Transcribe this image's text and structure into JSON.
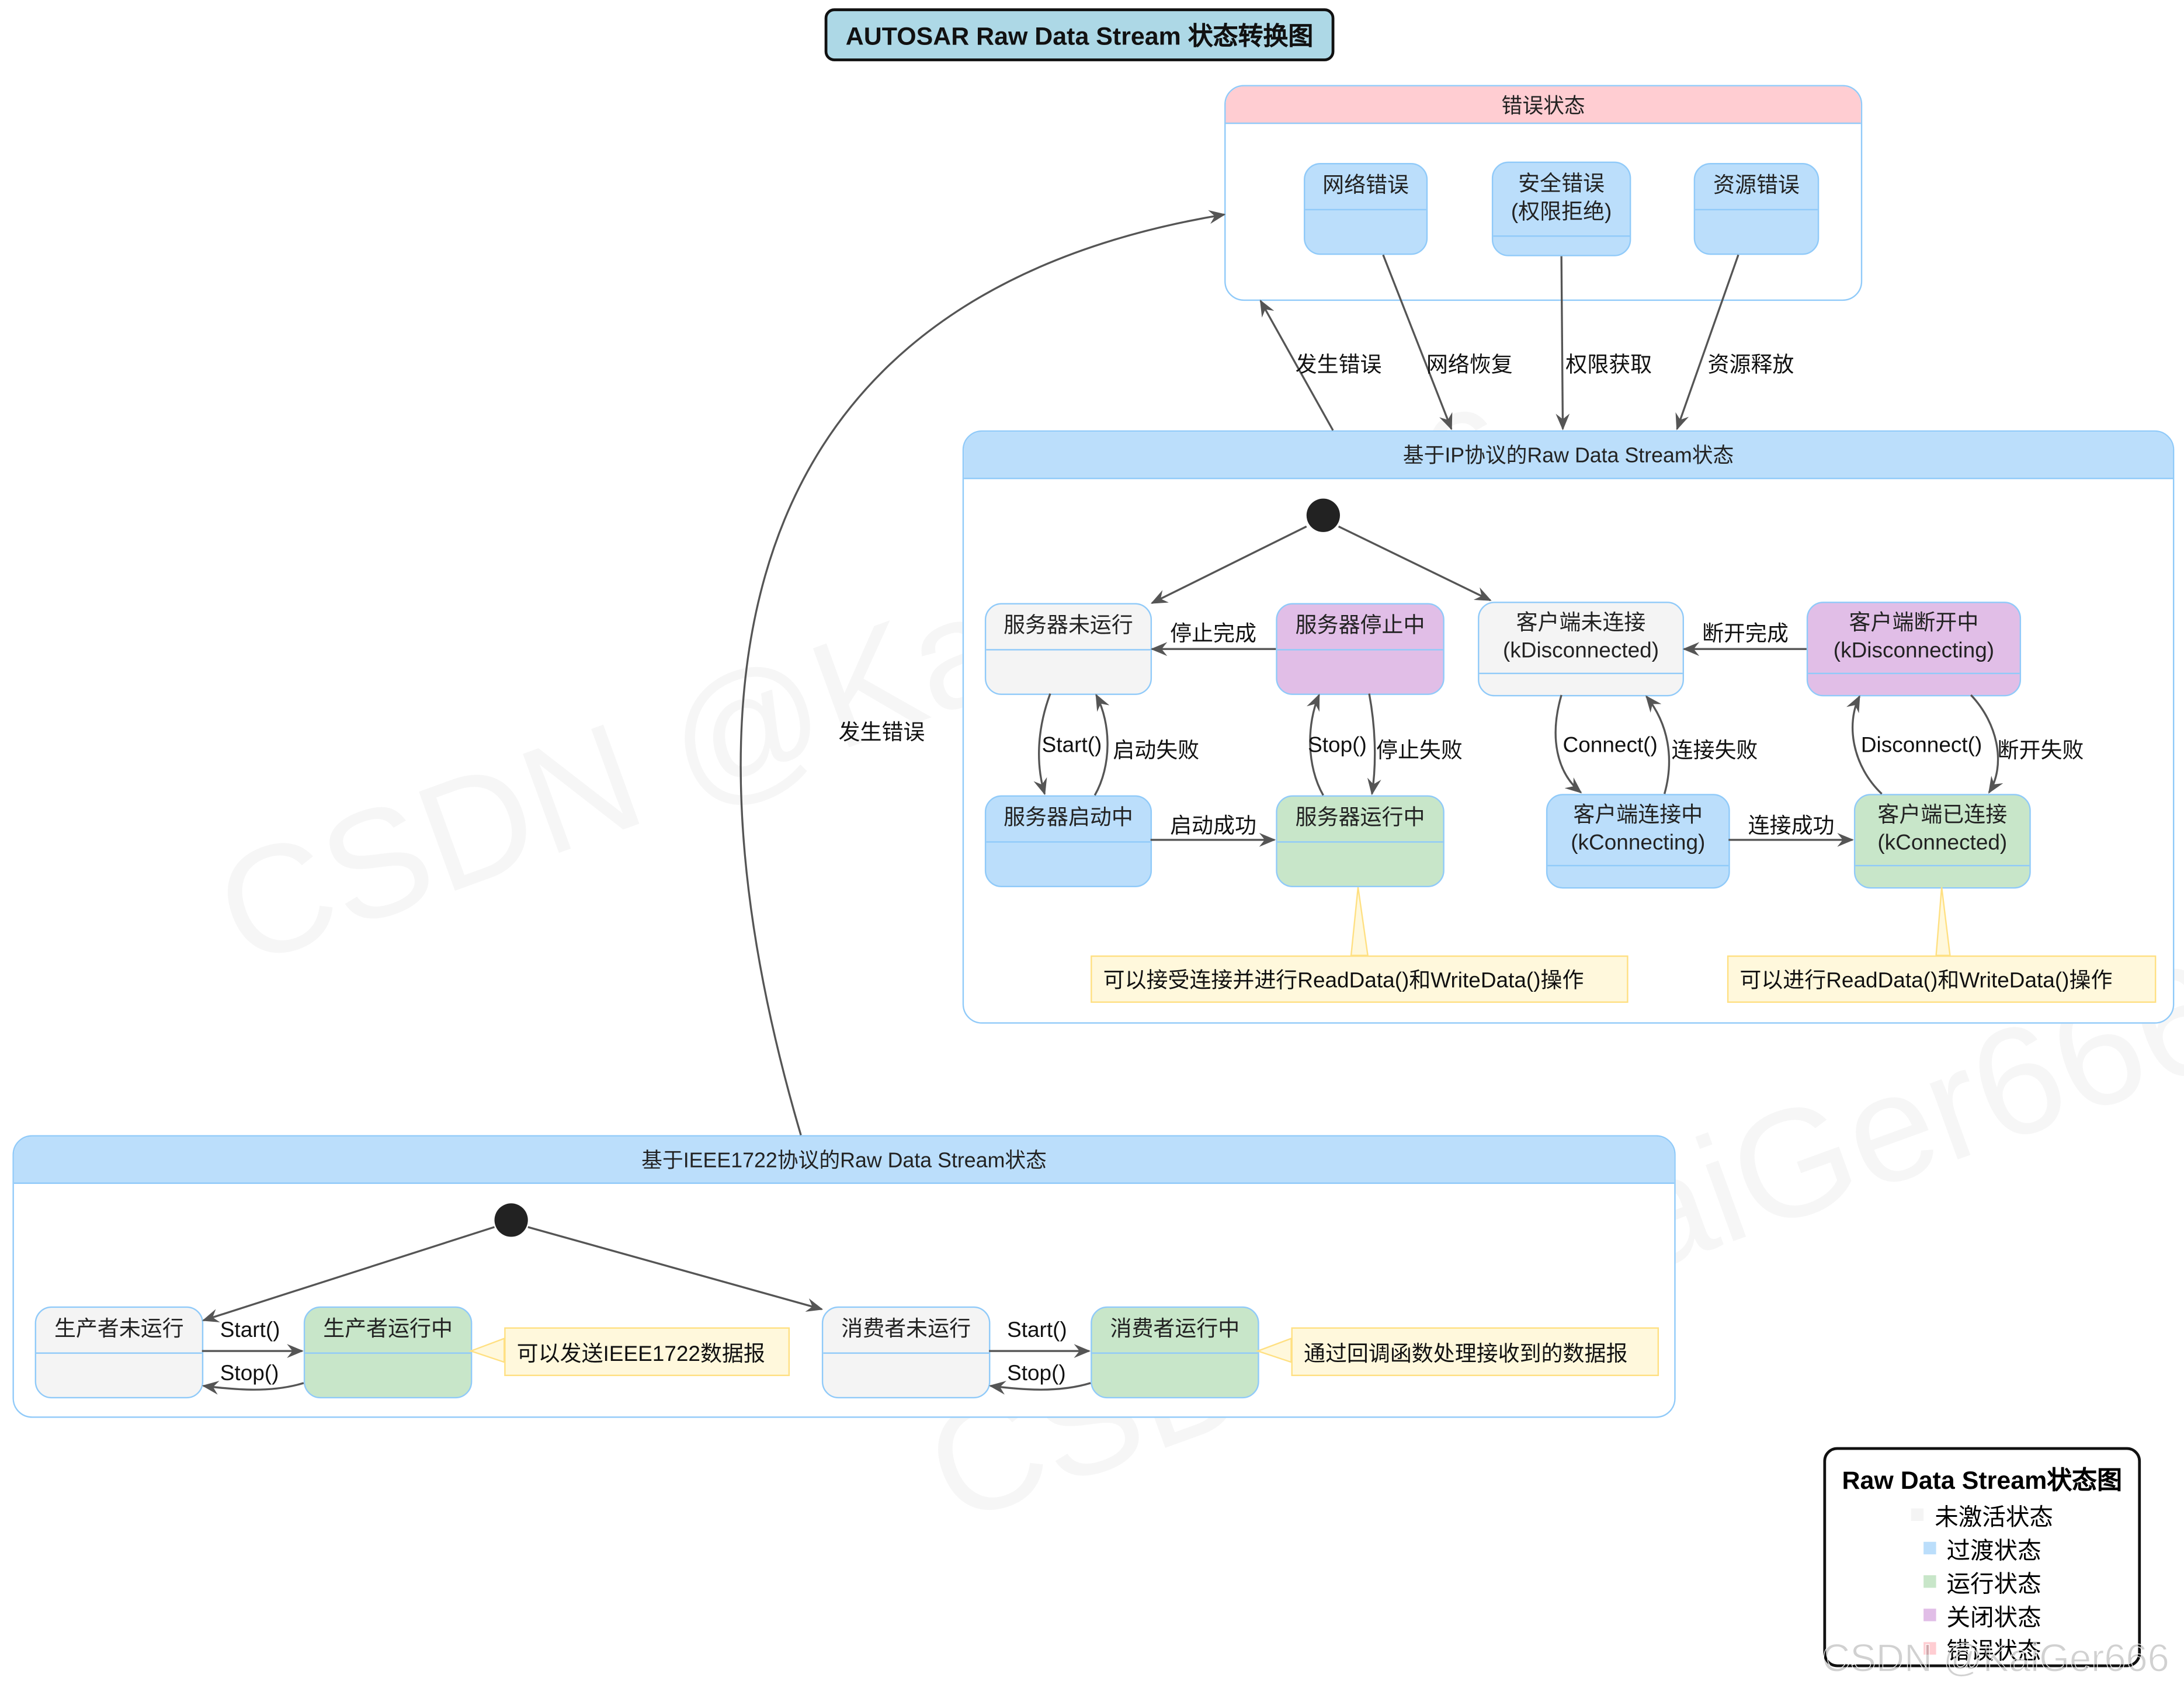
{
  "title": "AUTOSAR Raw Data Stream 状态转换图",
  "colors": {
    "inactive": "#F4F4F4",
    "transition": "#BBDEFB",
    "running": "#C8E6C9",
    "closing": "#E1BEE7",
    "error": "#FFCDD2",
    "border": "#90CAF9",
    "note": "#FFF8DC"
  },
  "error_group": {
    "title": "错误状态",
    "states": [
      {
        "line1": "网络错误",
        "line2": ""
      },
      {
        "line1": "安全错误",
        "line2": "(权限拒绝)"
      },
      {
        "line1": "资源错误",
        "line2": ""
      }
    ]
  },
  "ip_group": {
    "title": "基于IP协议的Raw Data Stream状态",
    "states": {
      "server_not_running": "服务器未运行",
      "server_stopping": "服务器停止中",
      "server_starting": "服务器启动中",
      "server_running": "服务器运行中",
      "client_disconnected": [
        "客户端未连接",
        "(kDisconnected)"
      ],
      "client_disconnecting": [
        "客户端断开中",
        "(kDisconnecting)"
      ],
      "client_connecting": [
        "客户端连接中",
        "(kConnecting)"
      ],
      "client_connected": [
        "客户端已连接",
        "(kConnected)"
      ]
    },
    "notes": [
      "可以接受连接并进行ReadData()和WriteData()操作",
      "可以进行ReadData()和WriteData()操作"
    ]
  },
  "ieee_group": {
    "title": "基于IEEE1722协议的Raw Data Stream状态",
    "states": {
      "producer_not_running": "生产者未运行",
      "producer_running": "生产者运行中",
      "consumer_not_running": "消费者未运行",
      "consumer_running": "消费者运行中"
    },
    "notes": [
      "可以发送IEEE1722数据报",
      "通过回调函数处理接收到的数据报"
    ]
  },
  "transitions": {
    "error_occurs": "发生错误",
    "network_recover": "网络恢复",
    "permission_granted": "权限获取",
    "resource_released": "资源释放",
    "error_occurs_ieee": "发生错误",
    "stop_done": "停止完成",
    "disconnect_done": "断开完成",
    "start": "Start()",
    "start_failed": "启动失败",
    "stop": "Stop()",
    "stop_failed": "停止失败",
    "connect": "Connect()",
    "connect_failed": "连接失败",
    "disconnect": "Disconnect()",
    "disconnect_failed": "断开失败",
    "start_success": "启动成功",
    "connect_success": "连接成功",
    "p_start": "Start()",
    "p_stop": "Stop()",
    "c_start": "Start()",
    "c_stop": "Stop()"
  },
  "legend": {
    "title": "Raw Data Stream状态图",
    "items": [
      {
        "label": "未激活状态",
        "color": "#F4F4F4"
      },
      {
        "label": "过渡状态",
        "color": "#BBDEFB"
      },
      {
        "label": "运行状态",
        "color": "#C8E6C9"
      },
      {
        "label": "关闭状态",
        "color": "#E1BEE7"
      },
      {
        "label": "错误状态",
        "color": "#FFCDD2"
      }
    ]
  },
  "watermark": "CSDN @KaiGer666"
}
